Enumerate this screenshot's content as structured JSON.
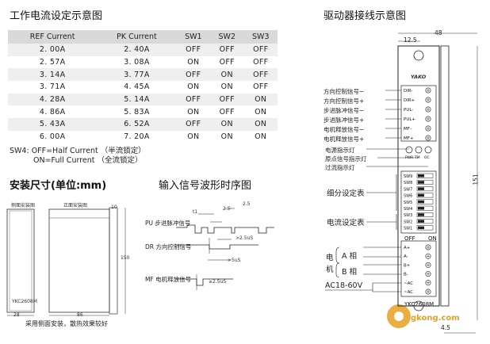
{
  "left_title": "工作电流设定示意图",
  "right_title": "驱动器接线示意图",
  "table": {
    "headers": [
      "REF Current",
      "PK Current",
      "SW1",
      "SW2",
      "SW3"
    ],
    "rows": [
      [
        "2. 00A",
        "2. 40A",
        "OFF",
        "OFF",
        "OFF"
      ],
      [
        "2. 57A",
        "3. 08A",
        "ON",
        "OFF",
        "OFF"
      ],
      [
        "3. 14A",
        "3. 77A",
        "OFF",
        "ON",
        "OFF"
      ],
      [
        "3. 71A",
        "4. 45A",
        "ON",
        "ON",
        "OFF"
      ],
      [
        "4. 28A",
        "5. 14A",
        "OFF",
        "OFF",
        "ON"
      ],
      [
        "4. 86A",
        "5. 83A",
        "ON",
        "OFF",
        "ON"
      ],
      [
        "5. 43A",
        "6. 52A",
        "OFF",
        "ON",
        "ON"
      ],
      [
        "6. 00A",
        "7. 20A",
        "ON",
        "ON",
        "ON"
      ]
    ]
  },
  "sw4_note": {
    "line1": "SW4: OFF=Half Current （半流锁定）",
    "line2": "ON=Full Current （全流锁定）"
  },
  "install": {
    "title": "安装尺寸(单位:mm)",
    "side_view": "侧面安装图",
    "front_view": "正面安装图",
    "dim_28": "28",
    "dim_86": "86",
    "dim_10": "10",
    "dim_150": "150",
    "model_small": "YKC2608M",
    "caption": "采用侧面安装，散热效果较好"
  },
  "timing": {
    "title": "输入信号波形时序图",
    "pu_label": "PU 步进脉冲信号",
    "dr_label": "DR 方向控制信号",
    "mf_label": "MF 电机释放信号",
    "t1": "t1",
    "t_2_5": "2.5",
    "t_25": "2.5",
    "t_2_5us": ">2.5uS",
    "t_5us": ">5uS",
    "t_2_5us_b": "≥2.5uS"
  },
  "wiring": {
    "dim_48": "48",
    "dim_12_5": "12.5",
    "dim_151": "151",
    "dim_4_5": "4.5",
    "brand": "YAKO",
    "dir_minus": "方向控制信号−",
    "dir_plus": "方向控制信号+",
    "pul_minus": "步进脉冲信号−",
    "pul_plus": "步进脉冲信号+",
    "mf_minus": "电机释放信号−",
    "mf_plus": "电机释放信号+",
    "pwr_led": "电源指示灯",
    "tm_led": "原点信号指示灯",
    "oc_led": "过流指示灯",
    "subdiv": "细分设定表",
    "current_set": "电流设定表",
    "motor": "电机",
    "phase_a": "A 相",
    "phase_b": "B 相",
    "supply": "AC18-60V",
    "model": "YKC2608M",
    "off": "OFF",
    "on": "ON",
    "terminals_top": [
      "DIR-",
      "DIR+",
      "PUL-",
      "PUL+",
      "MF-",
      "MF+"
    ],
    "leds": [
      "PWR",
      "TM",
      "OC"
    ],
    "switches": [
      "SW9",
      "SW8",
      "SW7",
      "SW6",
      "SW5",
      "SW4",
      "SW3",
      "SW2",
      "SW1"
    ],
    "terminals_bottom": [
      "A+",
      "A-",
      "B+",
      "B-",
      "~AC",
      "~AC"
    ]
  },
  "watermark": "gkong.com",
  "colors": {
    "table_header": "#d9d9d9",
    "table_stripe": "#efefef",
    "watermark": "#e8a020"
  }
}
